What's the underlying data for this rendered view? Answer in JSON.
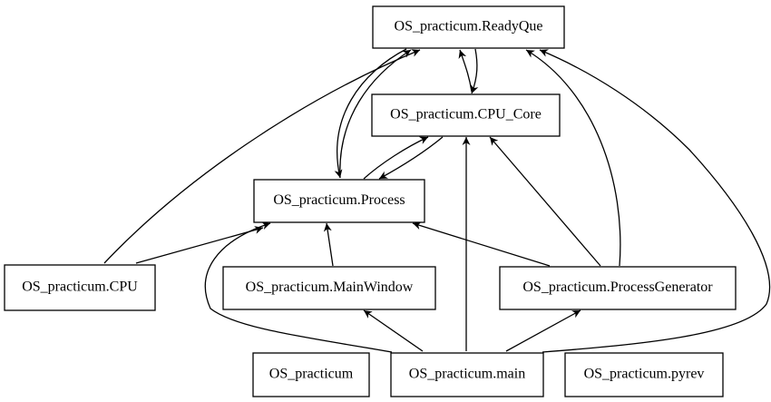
{
  "nodes": {
    "readyque": "OS_practicum.ReadyQue",
    "cpu_core": "OS_practicum.CPU_Core",
    "process": "OS_practicum.Process",
    "cpu": "OS_practicum.CPU",
    "mainwindow": "OS_practicum.MainWindow",
    "processgenerator": "OS_practicum.ProcessGenerator",
    "os_practicum": "OS_practicum",
    "main": "OS_practicum.main",
    "pyrev": "OS_practicum.pyrev"
  },
  "edges": [
    {
      "from": "OS_practicum.CPU_Core",
      "to": "OS_practicum.ReadyQue"
    },
    {
      "from": "OS_practicum.ReadyQue",
      "to": "OS_practicum.CPU_Core"
    },
    {
      "from": "OS_practicum.ReadyQue",
      "to": "OS_practicum.Process"
    },
    {
      "from": "OS_practicum.Process",
      "to": "OS_practicum.ReadyQue"
    },
    {
      "from": "OS_practicum.CPU_Core",
      "to": "OS_practicum.Process"
    },
    {
      "from": "OS_practicum.Process",
      "to": "OS_practicum.CPU_Core"
    },
    {
      "from": "OS_practicum.CPU",
      "to": "OS_practicum.ReadyQue"
    },
    {
      "from": "OS_practicum.CPU",
      "to": "OS_practicum.Process"
    },
    {
      "from": "OS_practicum.MainWindow",
      "to": "OS_practicum.Process"
    },
    {
      "from": "OS_practicum.ProcessGenerator",
      "to": "OS_practicum.Process"
    },
    {
      "from": "OS_practicum.ProcessGenerator",
      "to": "OS_practicum.CPU_Core"
    },
    {
      "from": "OS_practicum.ProcessGenerator",
      "to": "OS_practicum.ReadyQue"
    },
    {
      "from": "OS_practicum.main",
      "to": "OS_practicum.MainWindow"
    },
    {
      "from": "OS_practicum.main",
      "to": "OS_practicum.ProcessGenerator"
    },
    {
      "from": "OS_practicum.main",
      "to": "OS_practicum.CPU_Core"
    },
    {
      "from": "OS_practicum.main",
      "to": "OS_practicum.Process"
    },
    {
      "from": "OS_practicum.main",
      "to": "OS_practicum.ReadyQue"
    }
  ]
}
